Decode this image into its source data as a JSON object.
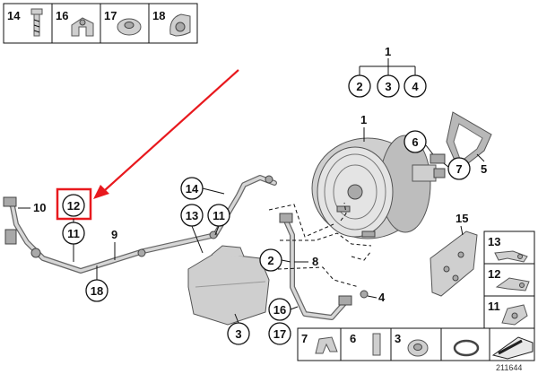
{
  "top_legend": {
    "items": [
      {
        "num": "14",
        "icon": "bolt-icon"
      },
      {
        "num": "16",
        "icon": "clip-icon"
      },
      {
        "num": "17",
        "icon": "nut-icon"
      },
      {
        "num": "18",
        "icon": "clamp-icon"
      }
    ]
  },
  "bottom_legend": {
    "items": [
      {
        "num": "7",
        "icon": "spring-clip-icon"
      },
      {
        "num": "6",
        "icon": "pin-icon"
      },
      {
        "num": "3",
        "icon": "collar-nut-icon"
      },
      {
        "num": "",
        "icon": "o-ring-icon"
      },
      {
        "num": "",
        "icon": "sealant-pack-icon"
      }
    ]
  },
  "side_legend": {
    "items": [
      {
        "num": "13",
        "icon": "bracket-icon"
      },
      {
        "num": "12",
        "icon": "holder-icon"
      },
      {
        "num": "11",
        "icon": "valve-clip-icon"
      }
    ]
  },
  "callouts": {
    "c1_top": "1",
    "c2_top": "2",
    "c3_top": "3",
    "c4_top": "4",
    "c1": "1",
    "c6": "6",
    "c7": "7",
    "c5": "5",
    "c15": "15",
    "c14": "14",
    "c13": "13",
    "c11_mid": "11",
    "c10": "10",
    "c12": "12",
    "c11_left": "11",
    "c9": "9",
    "c18": "18",
    "c2": "2",
    "c8": "8",
    "c4": "4",
    "c16": "16",
    "c17": "17",
    "c3": "3"
  },
  "reference_number": "211644",
  "highlight_color": "#e8191e"
}
